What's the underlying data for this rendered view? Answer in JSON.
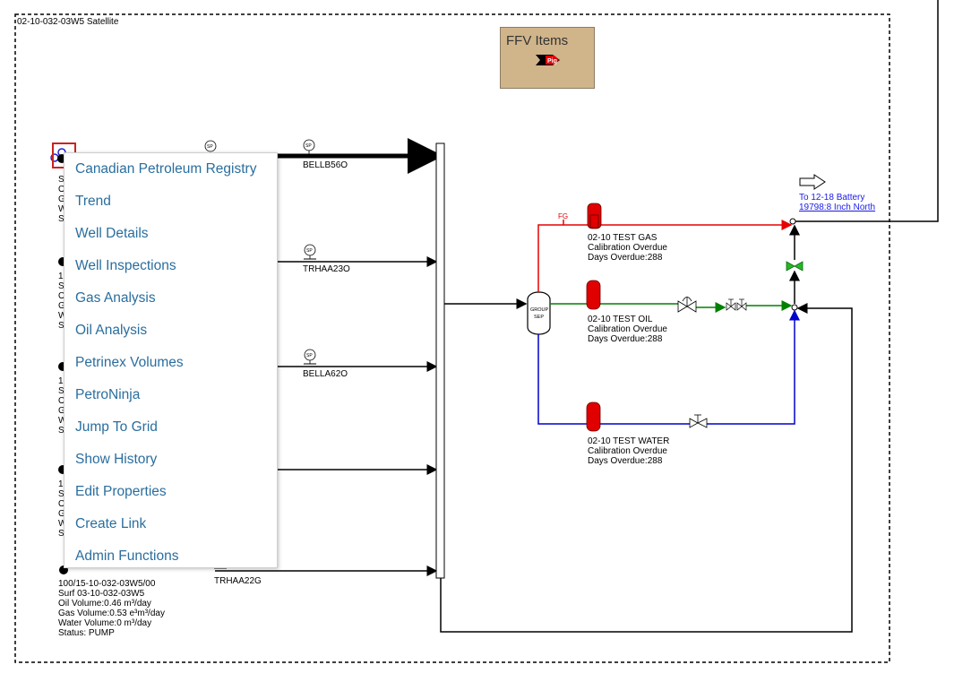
{
  "frame": {
    "title": "02-10-032-03W5 Satellite"
  },
  "ffv": {
    "title": "FFV Items",
    "pig_label": "Pig"
  },
  "context_menu": {
    "items": [
      "Canadian Petroleum Registry",
      "Trend",
      "Well Details",
      "Well Inspections",
      "Gas Analysis",
      "Oil Analysis",
      "Petrinex Volumes",
      "PetroNinja",
      "Jump To Grid",
      "Show History",
      "Edit Properties",
      "Create Link",
      "Admin Functions"
    ]
  },
  "lines": {
    "line1": "BELLB56O",
    "line2": "TRHAA23O",
    "line3": "BELLA62O",
    "line5": "TRHAA22G"
  },
  "sp_label": "SP",
  "fg_label": "FG",
  "separator": {
    "line1": "GROUP",
    "line2": "SEP"
  },
  "meters": {
    "gas": {
      "name": "02-10 TEST GAS",
      "status": "Calibration Overdue",
      "days": "Days Overdue:288"
    },
    "oil": {
      "name": "02-10 TEST OIL",
      "status": "Calibration Overdue",
      "days": "Days Overdue:288"
    },
    "water": {
      "name": "02-10 TEST WATER",
      "status": "Calibration Overdue",
      "days": "Days Overdue:288"
    }
  },
  "battery": {
    "line1": "To 12-18 Battery",
    "line2": "19798:8 Inch North"
  },
  "well_partial_letters": {
    "w1": [
      "S",
      "O",
      "G",
      "W",
      "S"
    ],
    "w2": [
      "1",
      "S",
      "O",
      "G",
      "W",
      "S"
    ],
    "w3": [
      "1",
      "S",
      "O",
      "G",
      "W",
      "S"
    ],
    "w4": [
      "1",
      "S",
      "O",
      "G",
      "W",
      "S"
    ]
  },
  "well5": {
    "uwi": "100/15-10-032-03W5/00",
    "surface": "Surf 03-10-032-03W5",
    "oil": "Oil Volume:0.46 m³/day",
    "gas": "Gas Volume:0.53 e³m³/day",
    "water": "Water Volume:0 m³/day",
    "status": "Status: PUMP"
  },
  "colors": {
    "gas_line": "#e60000",
    "oil_line": "#008000",
    "water_line": "#0000cc",
    "menu_text": "#2a6e9e",
    "ffv_fill": "#d0b48a",
    "meter_fill": "#e00000",
    "link": "#1a1ae6"
  }
}
